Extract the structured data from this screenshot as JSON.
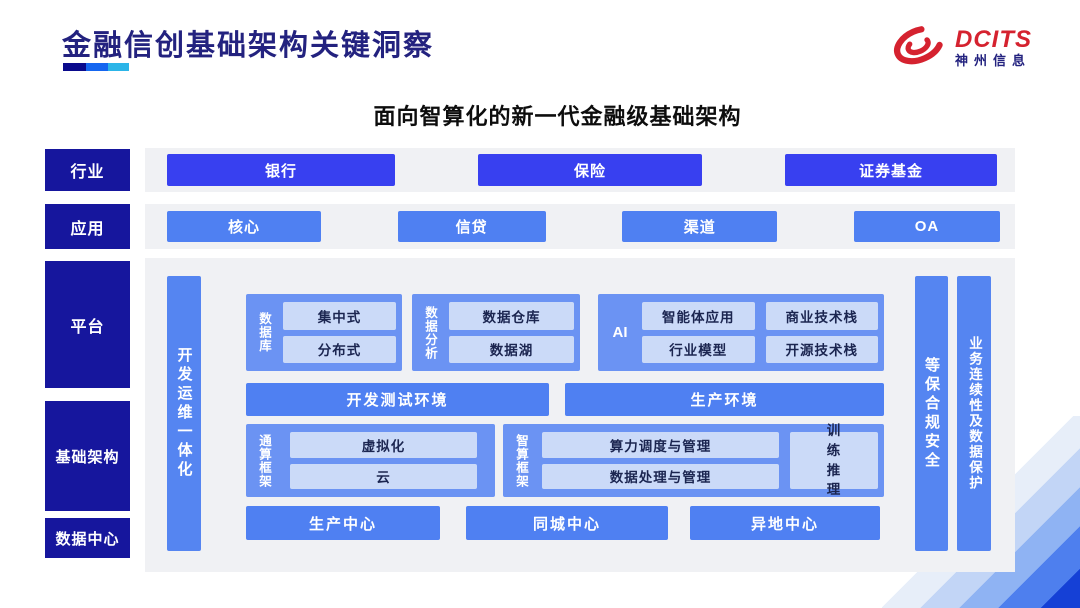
{
  "header": {
    "title": "金融信创基础架构关键洞察",
    "logo_brand": "DCITS",
    "logo_company": "神州信息"
  },
  "subtitle": "面向智算化的新一代金融级基础架构",
  "industry_row": {
    "label": "行业",
    "items": [
      "银行",
      "保险",
      "证券基金"
    ]
  },
  "application_row": {
    "label": "应用",
    "items": [
      "核心",
      "信贷",
      "渠道",
      "OA"
    ]
  },
  "platform": {
    "label": "平台",
    "devops_bar": "开发运维一体化",
    "database_group": {
      "name": "数据库",
      "items": [
        "集中式",
        "分布式"
      ]
    },
    "analytics_group": {
      "name": "数据分析",
      "items": [
        "数据仓库",
        "数据湖"
      ]
    },
    "ai_group": {
      "name": "AI",
      "items": [
        "智能体应用",
        "商业技术栈",
        "行业模型",
        "开源技术栈"
      ]
    },
    "environments": [
      "开发测试环境",
      "生产环境"
    ],
    "general_compute_group": {
      "name": "通算框架",
      "items": [
        "虚拟化",
        "云"
      ]
    },
    "ai_compute_group": {
      "name": "智算框架",
      "items": [
        "算力调度与管理",
        "数据处理与管理"
      ],
      "side": "训练推理"
    },
    "centers": [
      "生产中心",
      "同城中心",
      "异地中心"
    ],
    "security_bar": "等保合规安全",
    "continuity_bar": "业务连续性及数据保护"
  },
  "infrastructure_label": "基础架构",
  "datacenter_label": "数据中心",
  "colors": {
    "navy": "#16169D",
    "primary_blue": "#3840F0",
    "medium_blue": "#4F80F2",
    "group_blue": "#6B93F3",
    "light_box": "#CBDAF8",
    "accent_cyan": "#2CB5E8",
    "logo_red": "#D5222F",
    "panel_gray": "#F0F1F4"
  }
}
